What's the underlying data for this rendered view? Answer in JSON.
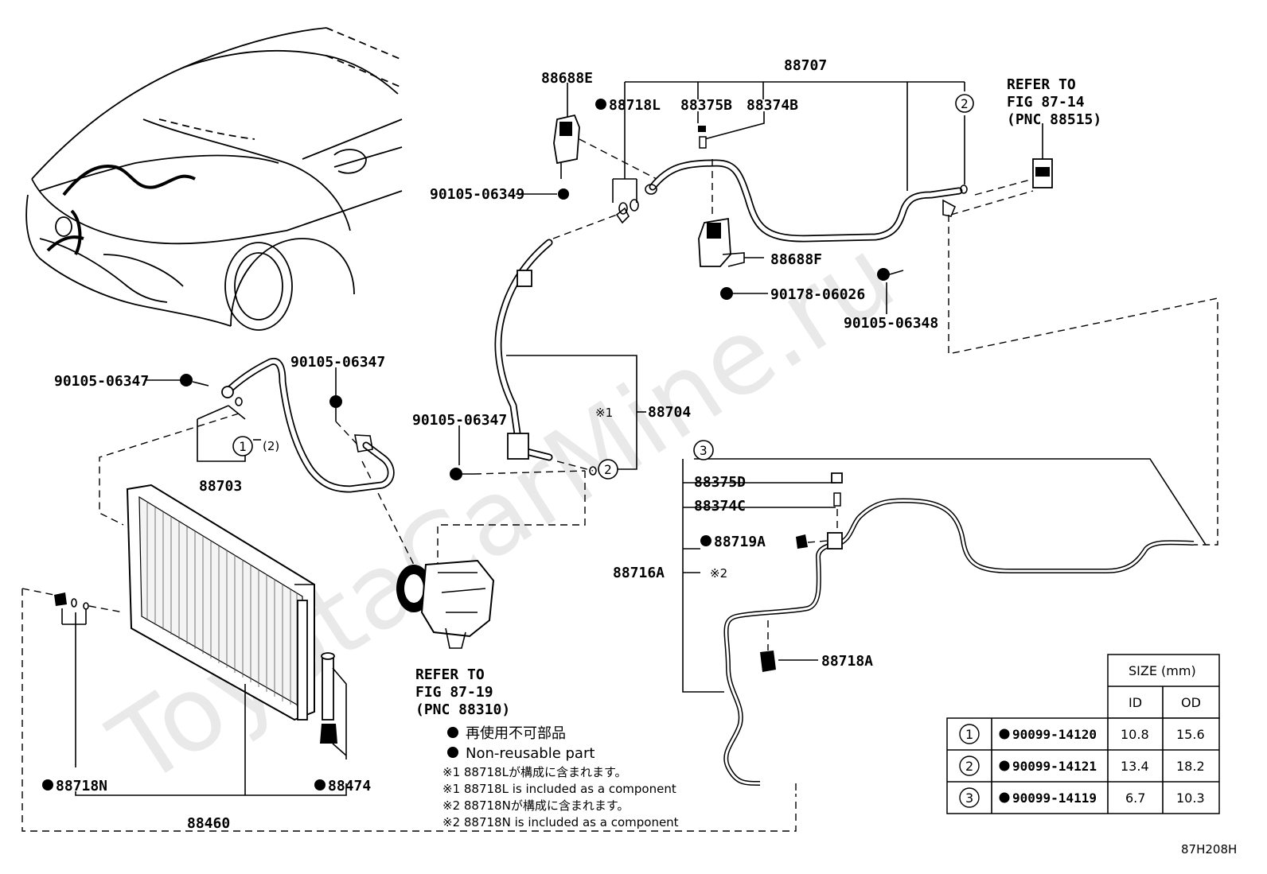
{
  "watermark": "ToyotaCarMine.ru",
  "figure_code": "87H208H",
  "labels": {
    "p88707": "88707",
    "p88688E": "88688E",
    "p88718L": "88718L",
    "p88375B": "88375B",
    "p88374B": "88374B",
    "refer_1_line1": "REFER TO",
    "refer_1_line2": "FIG 87-14",
    "refer_1_line3": "(PNC 88515)",
    "p90105_06349": "90105-06349",
    "p88688F": "88688F",
    "p90178_06026": "90178-06026",
    "p90105_06348": "90105-06348",
    "p90105_06347_a": "90105-06347",
    "p90105_06347_b": "90105-06347",
    "p90105_06347_c": "90105-06347",
    "p88704": "88704",
    "p88704_note": "※1",
    "p88703": "88703",
    "ring_paren": "(2)",
    "p88375D": "88375D",
    "p88374C": "88374C",
    "p88719A": "88719A",
    "p88716A": "88716A",
    "p88716A_note": "※2",
    "p88718A": "88718A",
    "refer_2_line1": "REFER TO",
    "refer_2_line2": "FIG 87-19",
    "refer_2_line3": "(PNC 88310)",
    "p88718N": "88718N",
    "p88474": "88474",
    "p88460": "88460",
    "ring1": "1",
    "ring2": "2",
    "ring3": "3"
  },
  "legend": {
    "line1": "再使用不可部品",
    "line2": "Non-reusable part",
    "line3": "※1 88718Lが構成に含まれます。",
    "line4": "※1 88718L is included as a component",
    "line5": "※2 88718Nが構成に含まれます。",
    "line6": "※2 88718N is included as a component"
  },
  "size_table": {
    "header": "SIZE (mm)",
    "col_id": "ID",
    "col_od": "OD",
    "rows": [
      {
        "ring": "1",
        "part": "90099-14120",
        "id": "10.8",
        "od": "15.6"
      },
      {
        "ring": "2",
        "part": "90099-14121",
        "id": "13.4",
        "od": "18.2"
      },
      {
        "ring": "3",
        "part": "90099-14119",
        "id": "6.7",
        "od": "10.3"
      }
    ]
  }
}
